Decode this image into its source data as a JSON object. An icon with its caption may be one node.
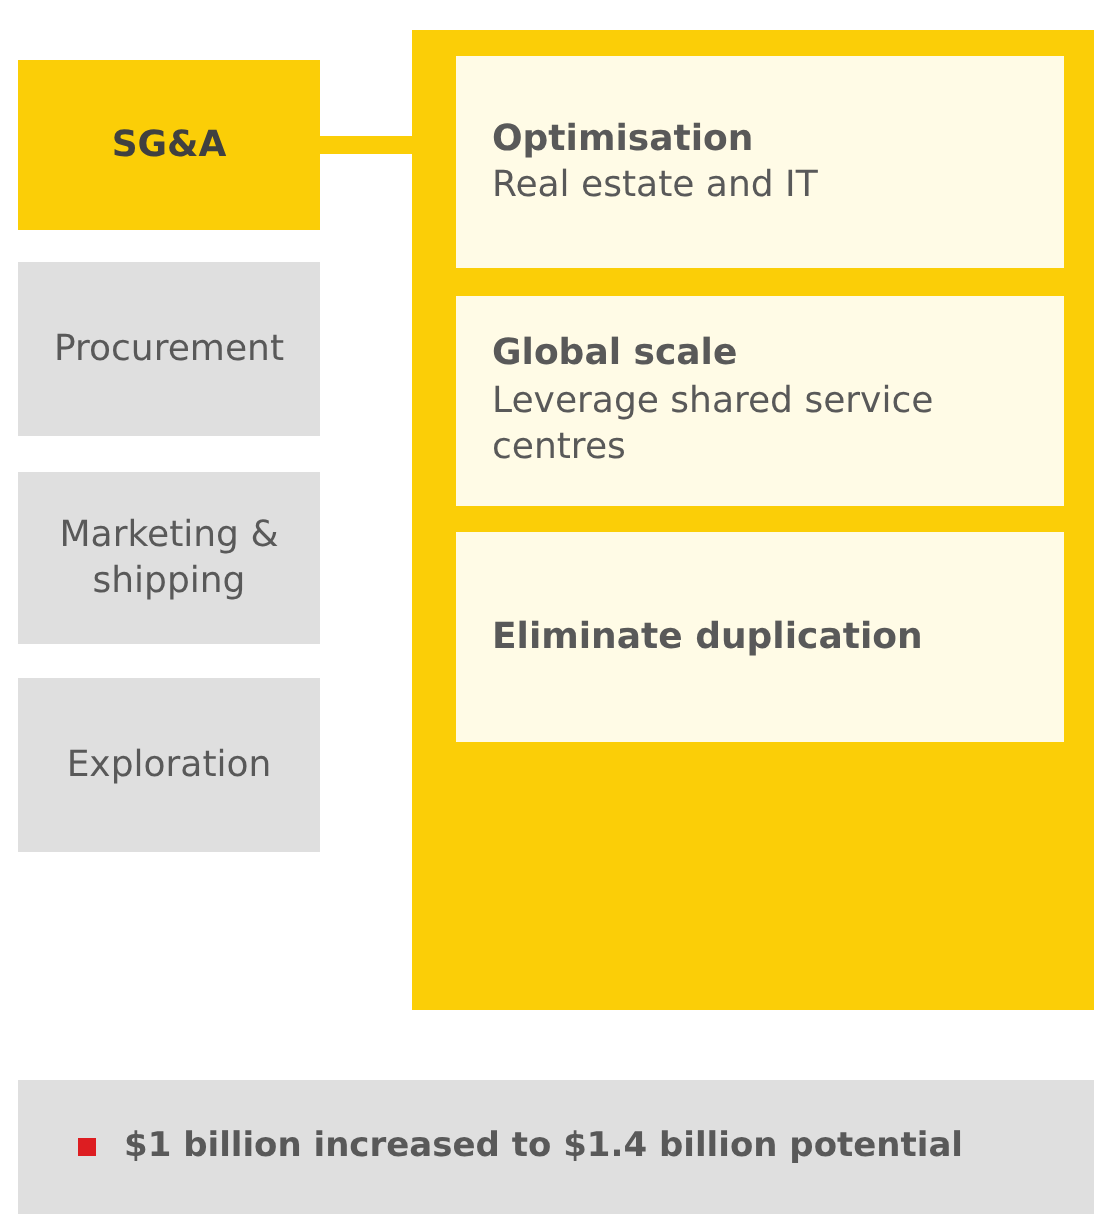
{
  "diagram": {
    "nodes": [
      {
        "text": [
          "SG&A"
        ]
      },
      {
        "text": [
          "Procurement"
        ]
      },
      {
        "text": [
          "Marketing & shipping"
        ]
      },
      {
        "text": [
          "Exploration"
        ]
      },
      {
        "text": [],
        "shape": "box"
      },
      {
        "text": [
          "Optimisation",
          "Real estate and IT"
        ],
        "in": 4
      },
      {
        "text": [
          "Global scale",
          "Leverage shared service centres"
        ],
        "in": 4
      },
      {
        "text": [
          "Eliminate duplication"
        ],
        "in": 4
      },
      {
        "text": [
          "$1 billion increased to $1.4 billion potential"
        ]
      }
    ],
    "edges": [
      {
        "from": 0,
        "to": 4,
        "arrow": "none"
      }
    ]
  }
}
